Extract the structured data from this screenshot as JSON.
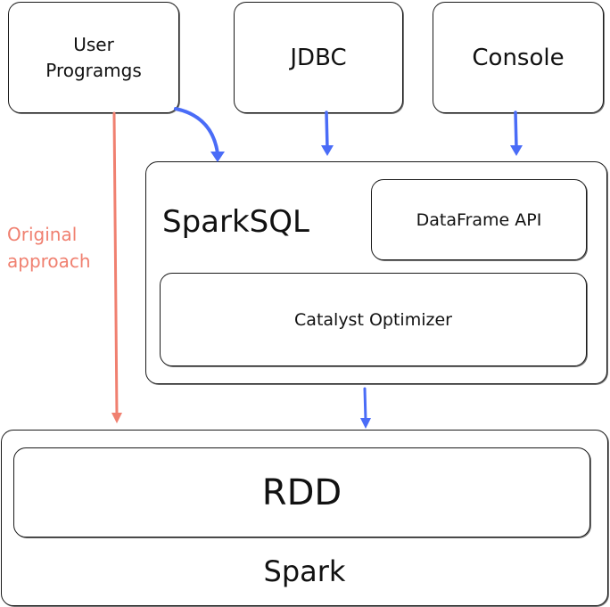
{
  "diagram": {
    "sources": [
      {
        "id": "user-programs",
        "label": "User\nProgramgs"
      },
      {
        "id": "jdbc",
        "label": "JDBC"
      },
      {
        "id": "console",
        "label": "Console"
      }
    ],
    "sparksql": {
      "title": "SparkSQL",
      "dataframe_api": "DataFrame API",
      "catalyst": "Catalyst Optimizer"
    },
    "spark": {
      "title": "Spark",
      "rdd": "RDD"
    },
    "annotation": {
      "text_line1": "Original",
      "text_line2": "approach"
    },
    "colors": {
      "flow_arrow": "#4a6cf7",
      "original_arrow": "#f08070",
      "stroke": "#1a1a1a"
    }
  }
}
